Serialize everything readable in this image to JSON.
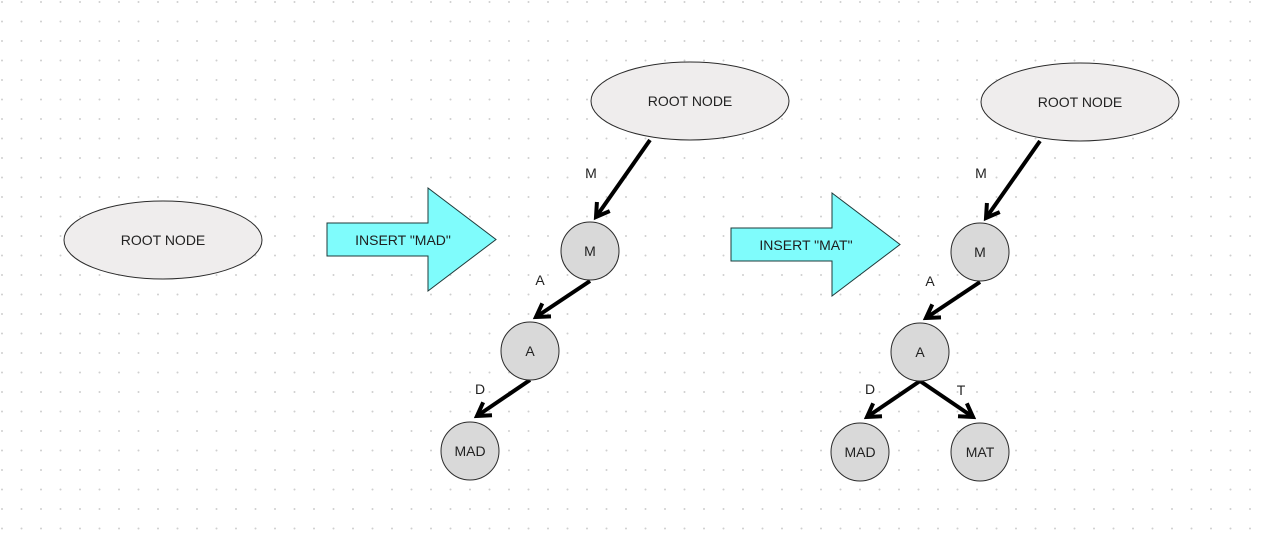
{
  "colors": {
    "background": "#ffffff",
    "grid_dot": "#cfcfcf",
    "root_fill": "#efeded",
    "node_fill": "#d9d9d9",
    "arrow_fill": "#7ffcfc",
    "edge": "#000000"
  },
  "stages": [
    {
      "id": "initial",
      "root_label": "ROOT NODE"
    },
    {
      "id": "after-mad",
      "root_label": "ROOT NODE",
      "nodes": [
        {
          "id": "m",
          "label": "M"
        },
        {
          "id": "a",
          "label": "A"
        },
        {
          "id": "mad",
          "label": "MAD"
        }
      ],
      "edges": [
        {
          "from": "root",
          "to": "m",
          "label": "M"
        },
        {
          "from": "m",
          "to": "a",
          "label": "A"
        },
        {
          "from": "a",
          "to": "mad",
          "label": "D"
        }
      ]
    },
    {
      "id": "after-mat",
      "root_label": "ROOT NODE",
      "nodes": [
        {
          "id": "m",
          "label": "M"
        },
        {
          "id": "a",
          "label": "A"
        },
        {
          "id": "mad",
          "label": "MAD"
        },
        {
          "id": "mat",
          "label": "MAT"
        }
      ],
      "edges": [
        {
          "from": "root",
          "to": "m",
          "label": "M"
        },
        {
          "from": "m",
          "to": "a",
          "label": "A"
        },
        {
          "from": "a",
          "to": "mad",
          "label": "D"
        },
        {
          "from": "a",
          "to": "mat",
          "label": "T"
        }
      ]
    }
  ],
  "transitions": [
    {
      "label": "INSERT \"MAD\""
    },
    {
      "label": "INSERT \"MAT\""
    }
  ]
}
